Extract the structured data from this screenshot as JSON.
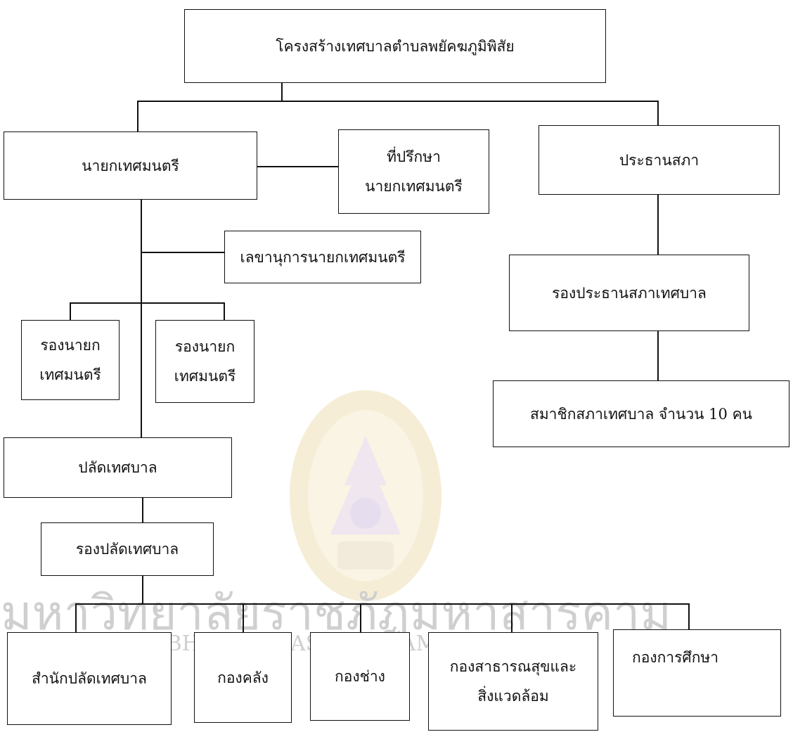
{
  "title": "โครงสร้างเทศบาลตำบลพยัคฆภูมิพิสัย",
  "mayor": "นายกเทศมนตรี",
  "advisor": {
    "line1": "ที่ปรึกษา",
    "line2": "นายกเทศมนตรี"
  },
  "council_president": "ประธานสภา",
  "secretary": "เลขานุการนายกเทศมนตรี",
  "vice_council_president": "รองประธานสภาเทศบาล",
  "deputy_mayor_1": {
    "line1": "รองนายก",
    "line2": "เทศมนตรี"
  },
  "deputy_mayor_2": {
    "line1": "รองนายก",
    "line2": "เทศมนตรี"
  },
  "council_members": "สมาชิกสภาเทศบาล จำนวน 10 คน",
  "municipal_clerk": "ปลัดเทศบาล",
  "deputy_clerk": "รองปลัดเทศบาล",
  "divisions": {
    "clerk_office": "สำนักปลัดเทศบาล",
    "finance": "กองคลัง",
    "engineering": "กองช่าง",
    "public_health": {
      "line1": "กองสาธารณสุขและ",
      "line2": "สิ่งแวดล้อม"
    },
    "education": "กองการศึกษา"
  },
  "watermark": {
    "thai": "มหาวิทยาลัยราชภัฏมหาสารคาม",
    "english": "RAJABHAT MAHASARAKHAM UNIVERSITY",
    "logo": "university-seal-icon"
  }
}
